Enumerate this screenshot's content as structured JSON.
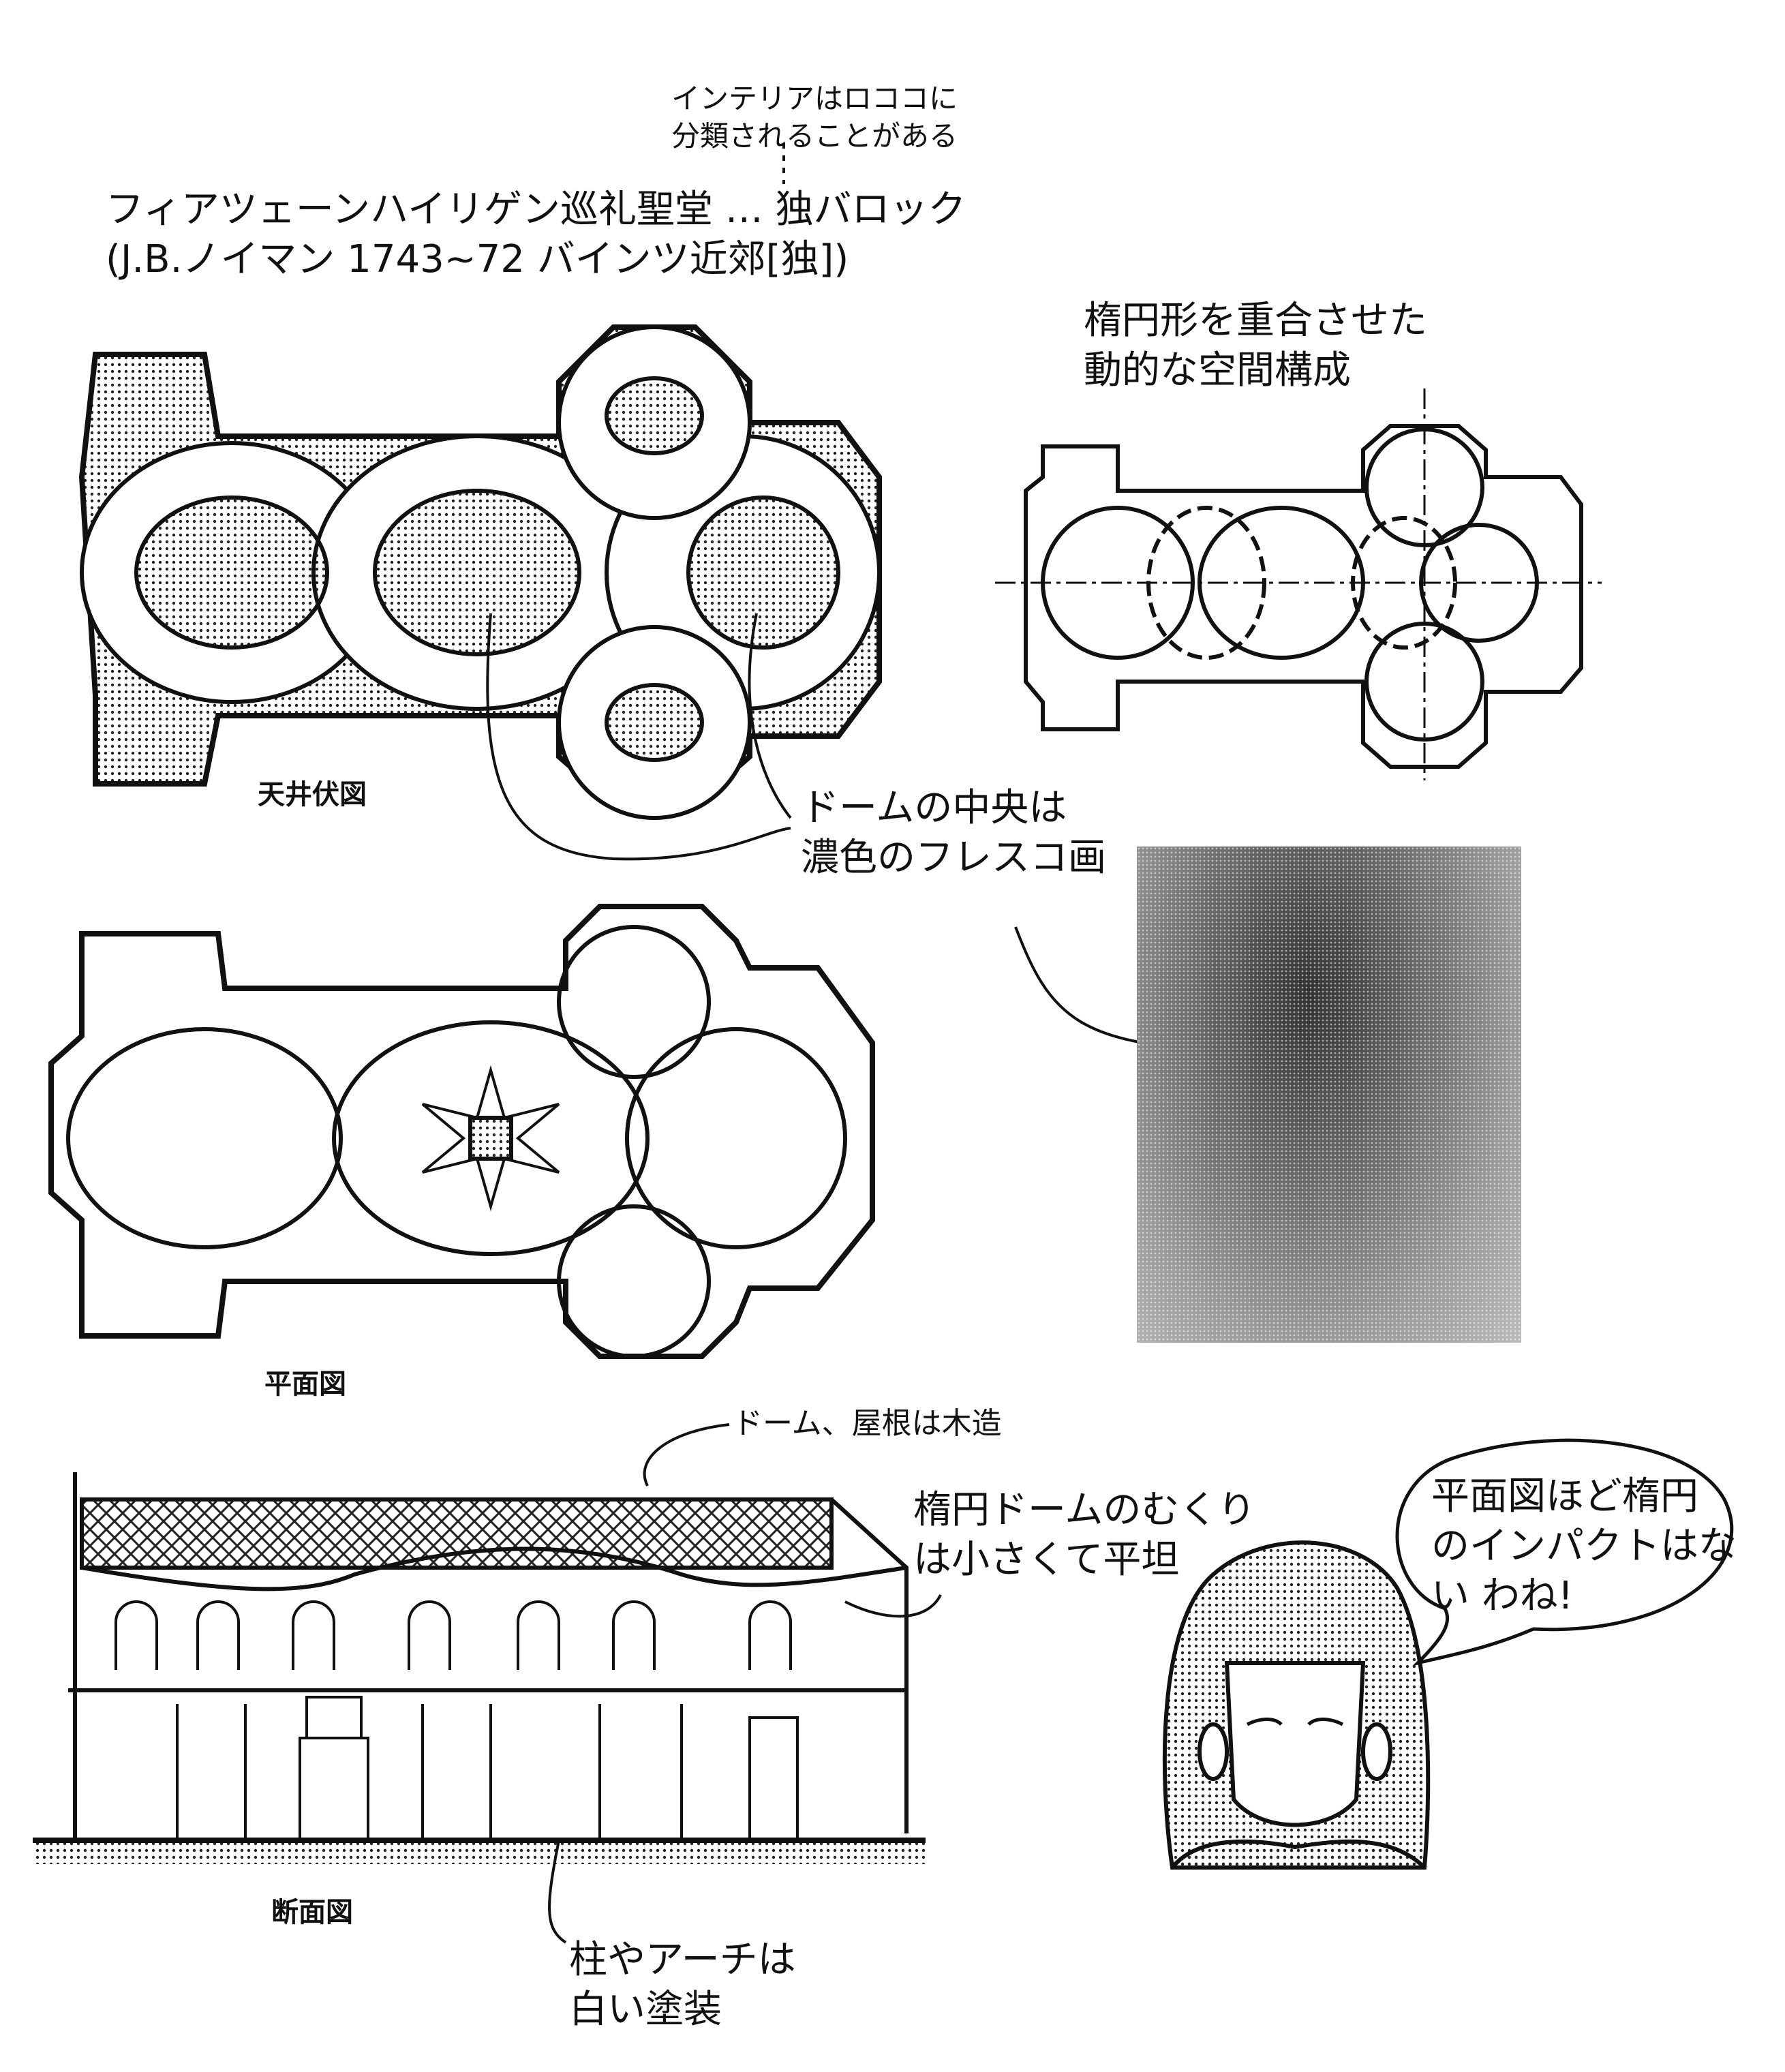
{
  "notes": {
    "rococo_line1": "インテリアはロココに",
    "rococo_line2": "分類されることがある",
    "title_line1": "フィアツェーンハイリゲン巡礼聖堂 … 独バロック",
    "title_line2": "(J.B.ノイマン 1743~72 バインツ近郊[独])",
    "ellipse_line1": "楕円形を重合させた",
    "ellipse_line2": "動的な空間構成",
    "ceiling_plan_label": "天井伏図",
    "fresco_line1": "ドームの中央は",
    "fresco_line2": "濃色のフレスコ画",
    "floor_plan_label": "平面図",
    "roof_note": "ドーム、屋根は木造",
    "dome_line1": "楕円ドームのむくり",
    "dome_line2": "は小さくて平坦",
    "section_label": "断面図",
    "column_line1": "柱やアーチは",
    "column_line2": "白い塗装"
  },
  "speech_bubble": {
    "line1": "平面図ほど楕円",
    "line2": "のインパクトはな",
    "line3": "い わね!"
  }
}
